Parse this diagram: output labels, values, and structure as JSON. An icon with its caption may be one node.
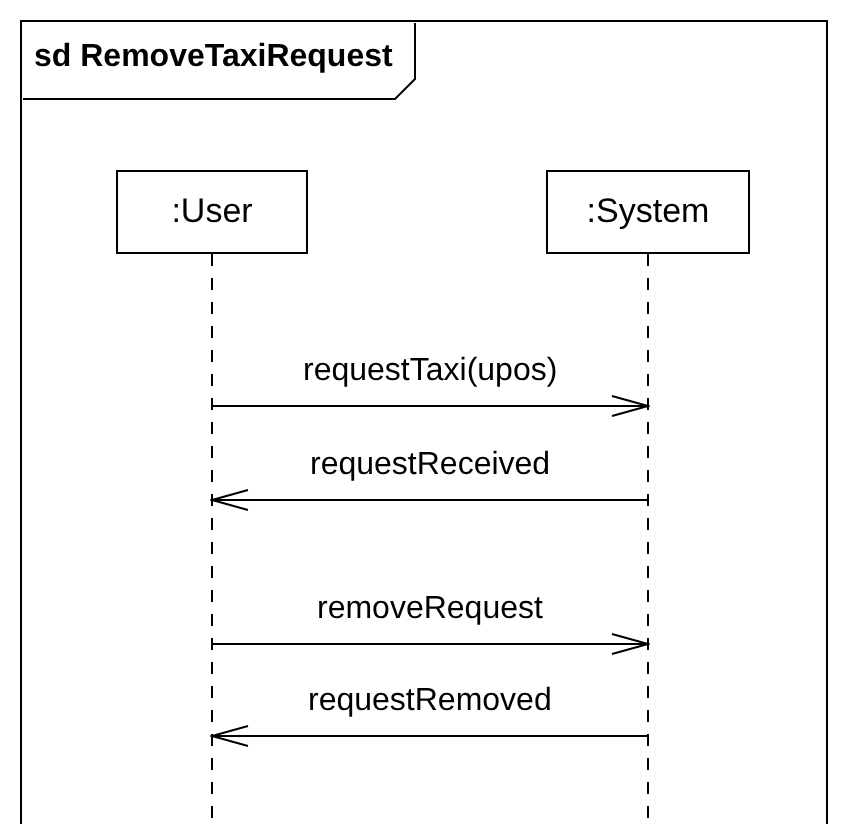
{
  "diagram": {
    "nodes": [
      {
        "text": [
          "sd RemoveTaxiRequest"
        ]
      },
      {
        "text": [
          ":User"
        ],
        "in": 0
      },
      {
        "text": [
          ":System"
        ],
        "in": 0
      }
    ],
    "edges": [
      {
        "from": 1,
        "to": 2,
        "arrow": "to",
        "label": "requestTaxi(upos)"
      },
      {
        "from": 2,
        "to": 1,
        "arrow": "to",
        "label": "requestReceived"
      },
      {
        "from": 1,
        "to": 2,
        "arrow": "to",
        "label": "removeRequest"
      },
      {
        "from": 2,
        "to": 1,
        "arrow": "to",
        "label": "requestRemoved"
      }
    ]
  }
}
